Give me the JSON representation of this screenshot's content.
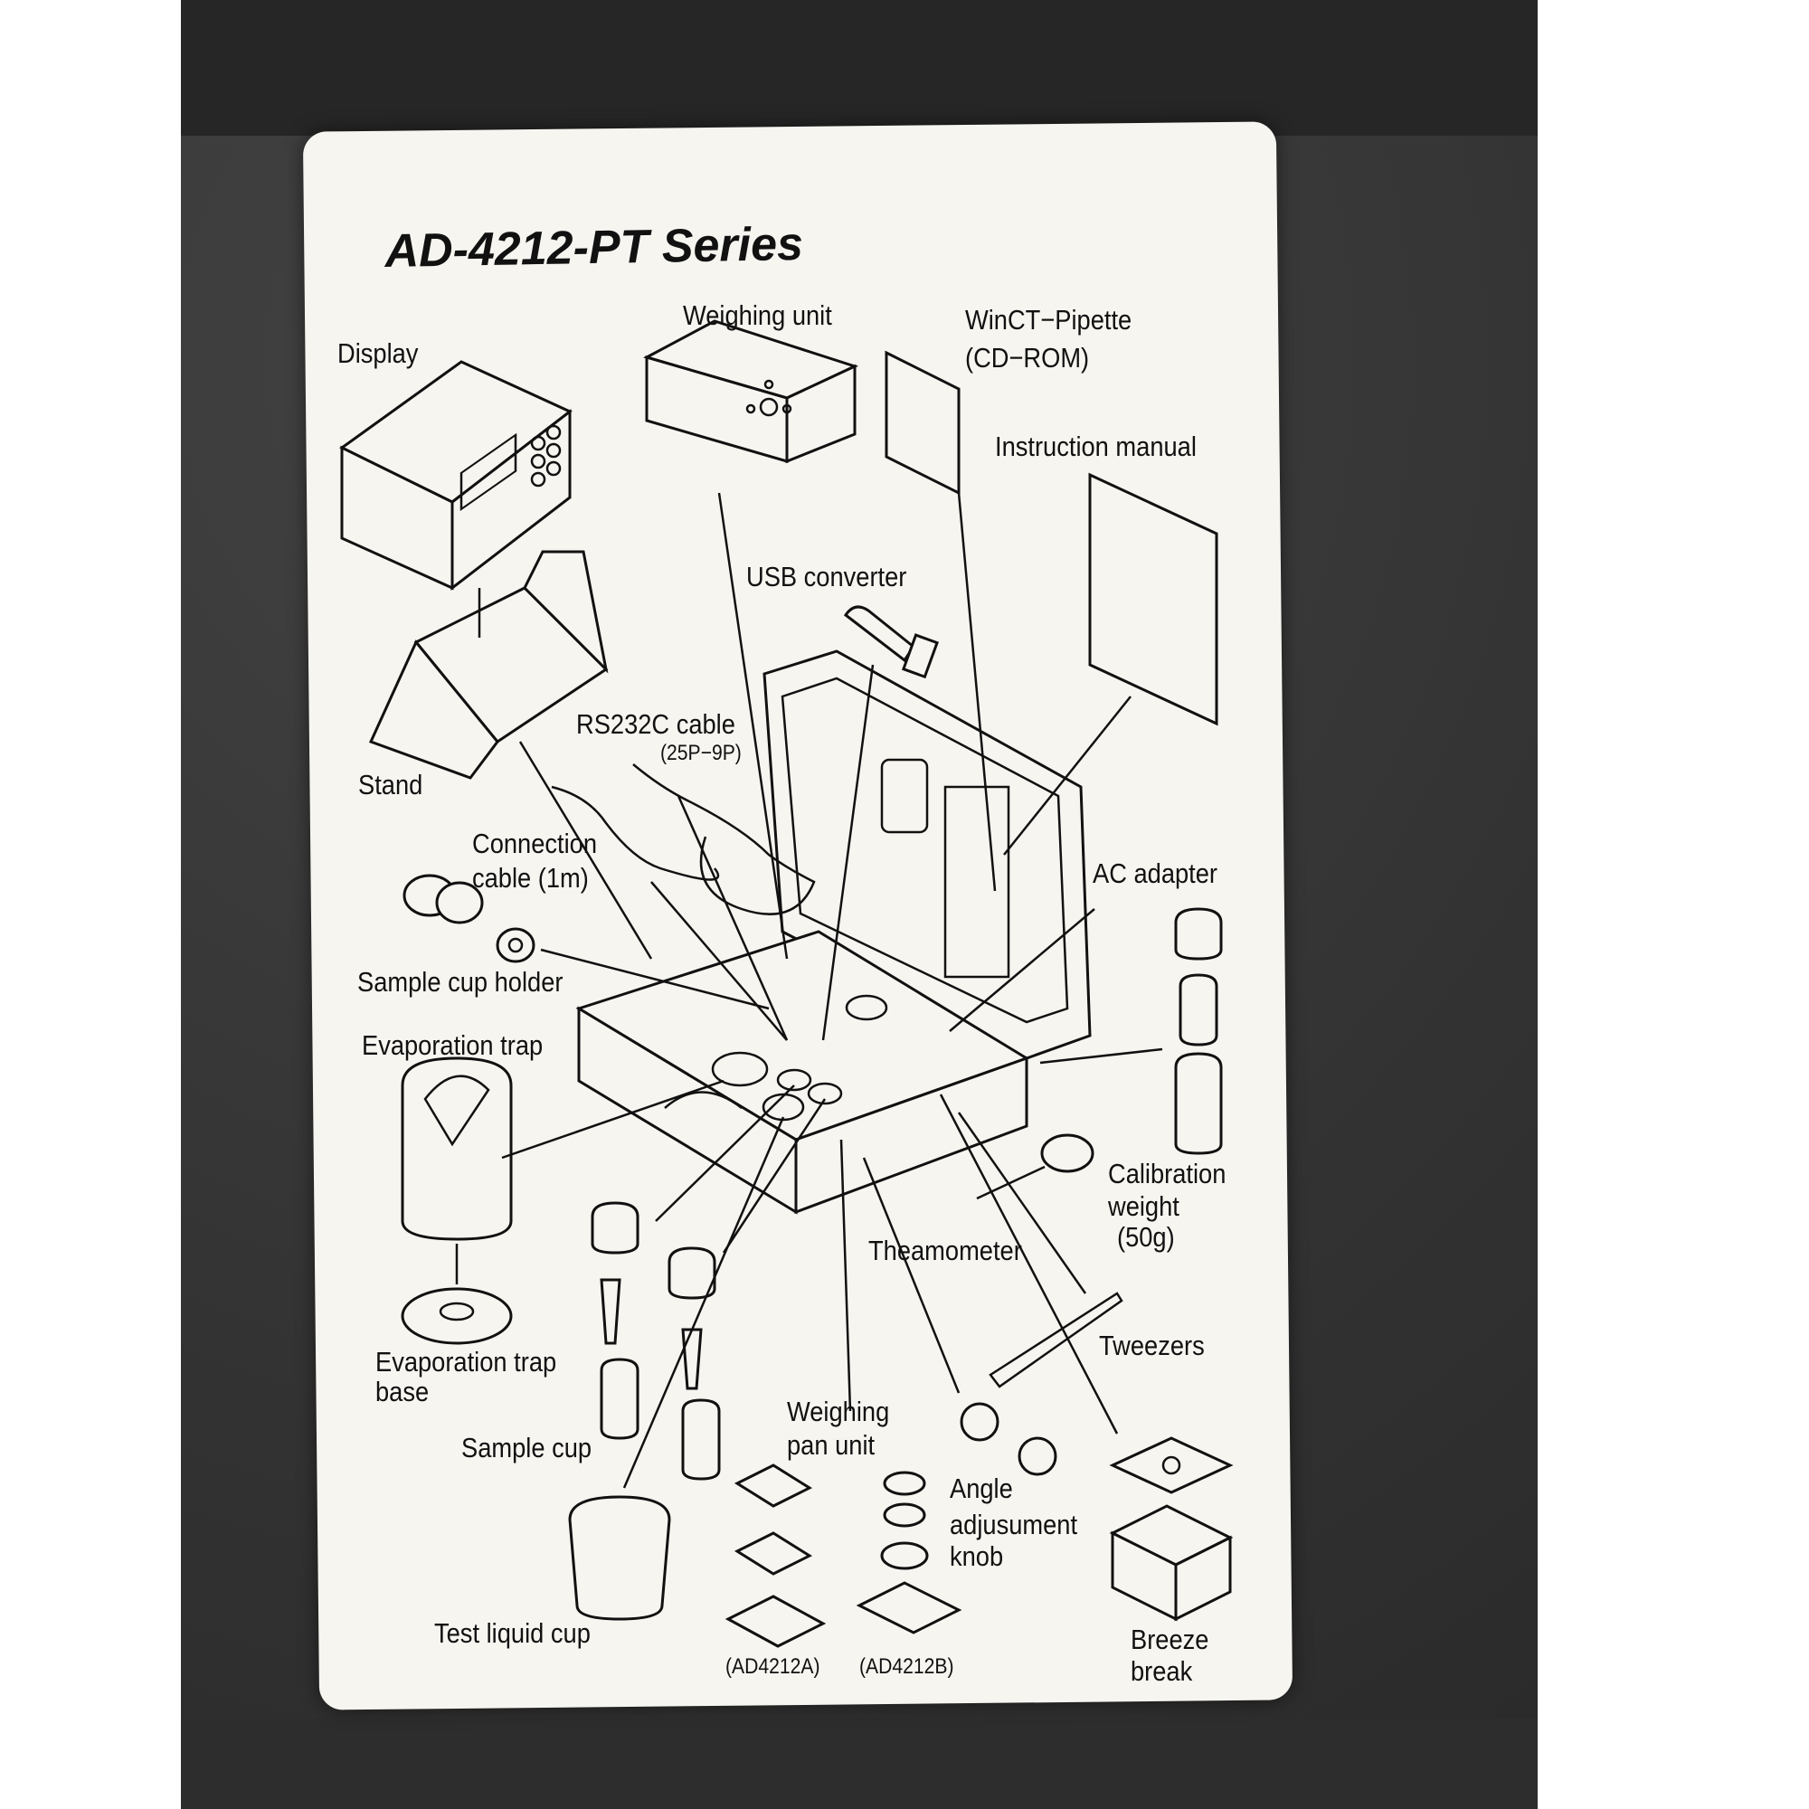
{
  "title": "AD-4212-PT Series",
  "labels": {
    "weighing_unit": "Weighing unit",
    "display": "Display",
    "wincT_line1": "WinCT−Pipette",
    "wincT_line2": "(CD−ROM)",
    "instruction_manual": "Instruction manual",
    "usb_converter": "USB converter",
    "stand": "Stand",
    "rs232c_cable": "RS232C cable",
    "rs232c_sub": "(25P−9P)",
    "connection_line1": "Connection",
    "connection_line2": "cable (1m)",
    "ac_adapter": "AC adapter",
    "sample_cup_holder": "Sample cup holder",
    "evaporation_trap": "Evaporation trap",
    "calibration_line1": "Calibration",
    "calibration_line2": "weight",
    "calibration_line3": "(50g)",
    "theamometer": "Theamometer",
    "evap_base_line1": "Evaporation trap",
    "evap_base_line2": "base",
    "tweezers": "Tweezers",
    "weighing_pan_line1": "Weighing",
    "weighing_pan_line2": "pan unit",
    "sample_cup": "Sample cup",
    "angle_line1": "Angle",
    "angle_line2": "adjusument",
    "angle_line3": "knob",
    "test_liquid_cup": "Test liquid cup",
    "breeze_line1": "Breeze",
    "breeze_line2": "break",
    "model_a": "(AD4212A)",
    "model_b": "(AD4212B)"
  }
}
